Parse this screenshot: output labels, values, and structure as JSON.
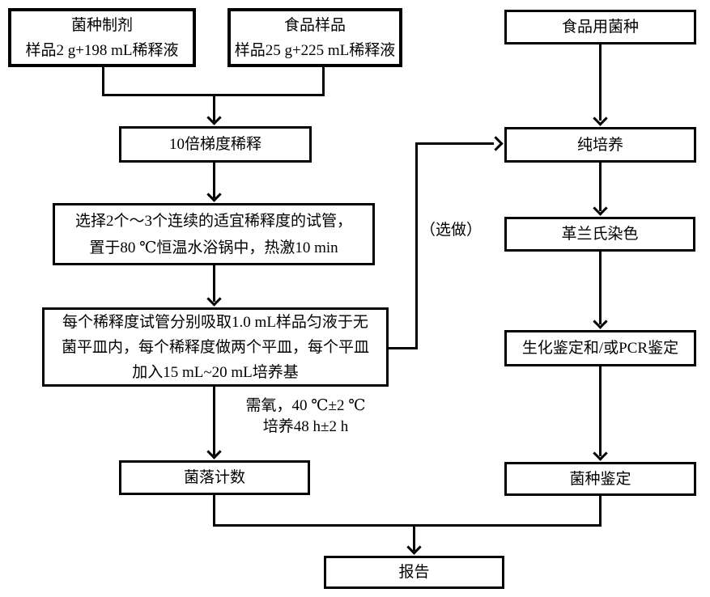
{
  "diagram": {
    "background_color": "#ffffff",
    "line_color": "#000000",
    "description": "Flowchart of food microbiological strain testing procedure"
  },
  "nodes": {
    "seed_prep": {
      "lines": [
        "菌种制剂",
        "样品2 g+198 mL稀释液"
      ]
    },
    "food_sample": {
      "lines": [
        "食品样品",
        "样品25 g+225 mL稀释液"
      ]
    },
    "food_culture": {
      "label": "食品用菌种"
    },
    "serial_dilution": {
      "label": "10倍梯度稀释"
    },
    "pure_culture": {
      "label": "纯培养"
    },
    "select_tubes": {
      "lines": [
        "选择2个～3个连续的适宜稀释度的试管，",
        "置于80 ℃恒温水浴锅中，热激10 min"
      ]
    },
    "gram_stain": {
      "label": "革兰氏染色"
    },
    "plating": {
      "lines": [
        "每个稀释度试管分别吸取1.0 mL样品匀液于无",
        "菌平皿内，每个稀释度做两个平皿，每个平皿",
        "加入15 mL~20 mL培养基"
      ]
    },
    "biochem_pcr": {
      "label": "生化鉴定和/或PCR鉴定"
    },
    "colony_count": {
      "label": "菌落计数"
    },
    "strain_ident": {
      "label": "菌种鉴定"
    },
    "report": {
      "label": "报告"
    }
  },
  "annotations": {
    "incubation": {
      "lines": [
        "需氧，40 ℃±2 ℃",
        "培养48 h±2 h"
      ]
    },
    "optional": {
      "label": "（选做）"
    }
  }
}
